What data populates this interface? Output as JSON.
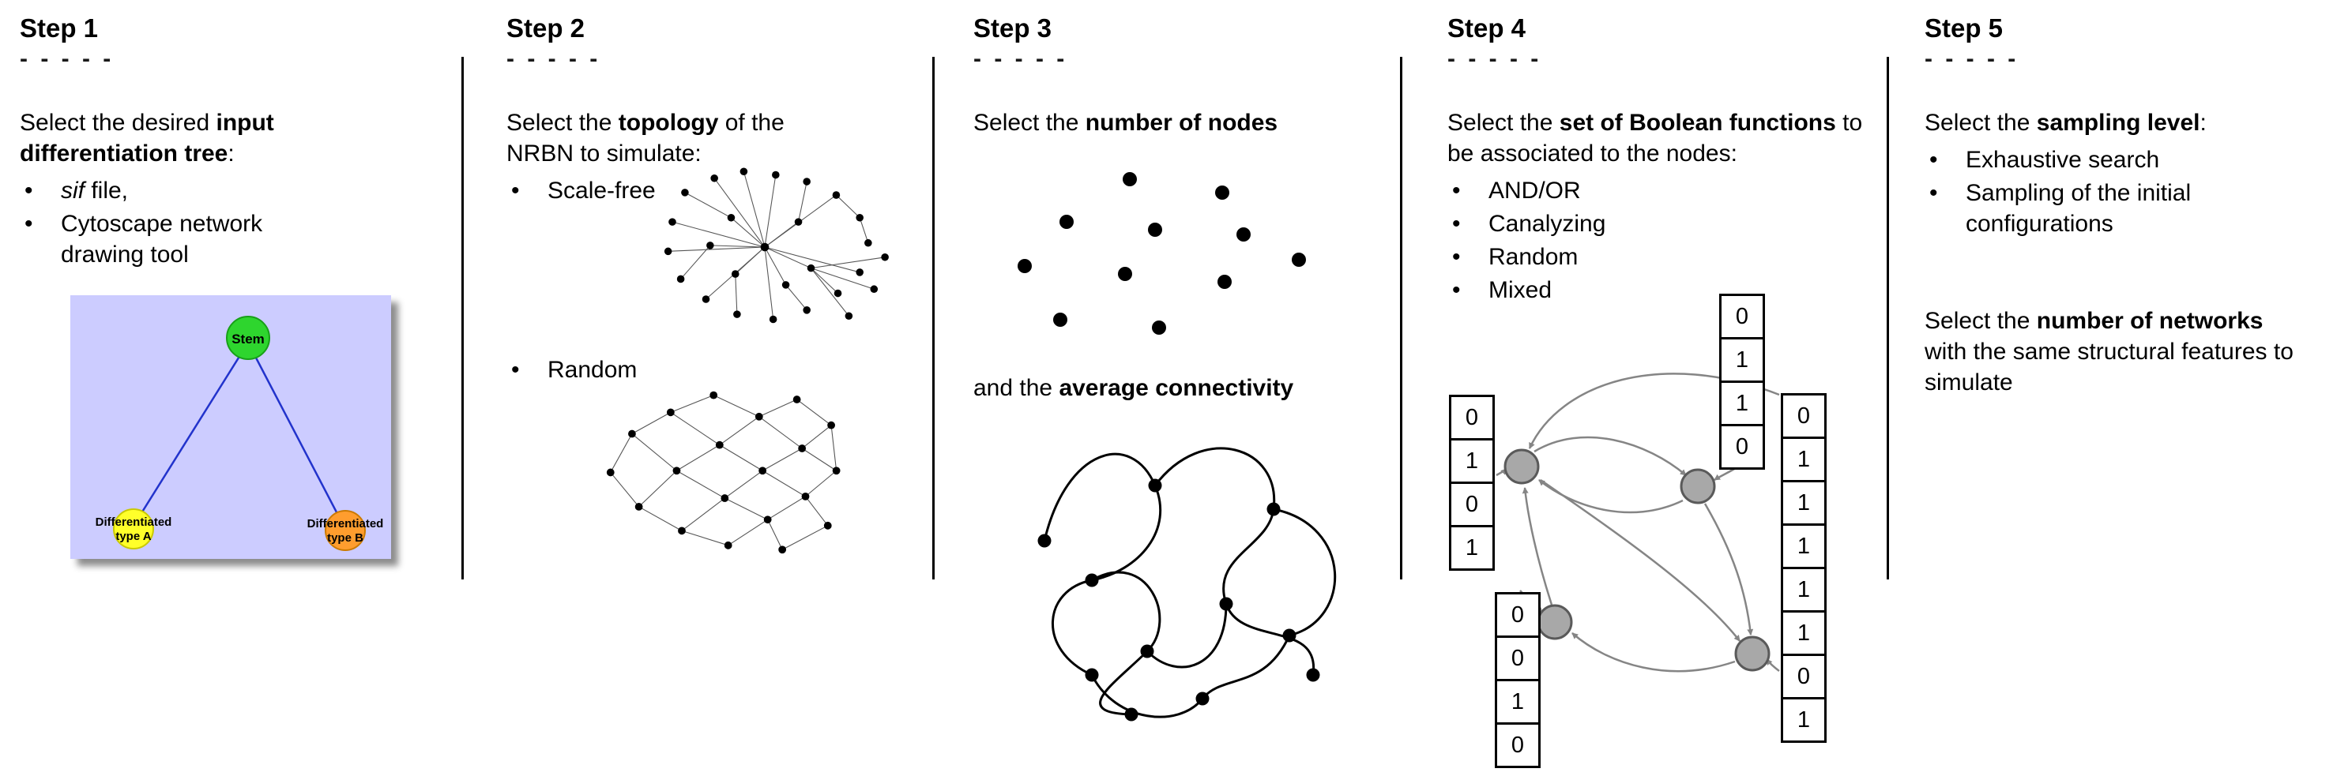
{
  "steps": [
    {
      "title": "Step 1",
      "dashes": "- - - - -",
      "intro": {
        "pre": "Select the desired ",
        "bold": "input differentiation tree",
        "post": ":"
      },
      "bullets": [
        {
          "italic": "sif",
          "text": " file,"
        },
        {
          "italic": "",
          "text": "Cytoscape network drawing tool"
        }
      ],
      "tree": {
        "stem": "Stem",
        "type_a_line1": "Differentiated",
        "type_a_line2": "type A",
        "type_b_line1": "Differentiated",
        "type_b_line2": "type B"
      }
    },
    {
      "title": "Step 2",
      "dashes": "- - - - -",
      "intro": {
        "pre": "Select the ",
        "bold": "topology",
        "post": " of the NRBN to simulate:"
      },
      "bullets": [
        {
          "text": "Scale-free"
        },
        {
          "text": "Random"
        }
      ]
    },
    {
      "title": "Step 3",
      "dashes": "- - - - -",
      "intro": {
        "pre": "Select the ",
        "bold": "number of nodes",
        "post": ""
      },
      "second": {
        "pre": "and the ",
        "bold": "average connectivity",
        "post": ""
      }
    },
    {
      "title": "Step 4",
      "dashes": "- - - - -",
      "intro": {
        "pre": "Select the ",
        "bold": "set of Boolean functions",
        "post": " to be associated to the nodes:"
      },
      "bullets": [
        {
          "text": "AND/OR"
        },
        {
          "text": "Canalyzing"
        },
        {
          "text": "Random"
        },
        {
          "text": "Mixed"
        }
      ],
      "truth_tables": {
        "left": [
          "0",
          "1",
          "0",
          "1"
        ],
        "top": [
          "0",
          "1",
          "1",
          "0"
        ],
        "bottom": [
          "0",
          "0",
          "1",
          "0"
        ],
        "right": [
          "0",
          "1",
          "1",
          "1",
          "1",
          "1",
          "0",
          "1"
        ]
      }
    },
    {
      "title": "Step 5",
      "dashes": "- - - - -",
      "intro": {
        "pre": "Select the ",
        "bold": "sampling level",
        "post": ":"
      },
      "bullets": [
        {
          "text": "Exhaustive search"
        },
        {
          "text": "Sampling of the initial configurations"
        }
      ],
      "second": {
        "pre": "Select the ",
        "bold": "number of networks",
        "post": " with the same structural features to simulate"
      }
    }
  ],
  "colors": {
    "tree_background": "#ccccff",
    "stem_node": "#2ed52e",
    "stem_node_border": "#18a018",
    "type_a_node": "#ffff2a",
    "type_a_node_border": "#c9c900",
    "type_b_node": "#ff9d2e",
    "type_b_node_border": "#cc7a00",
    "tree_edge": "#2233cc",
    "boolean_node": "#a8a8a8",
    "boolean_node_border": "#5a5a5a",
    "arrow": "#858585"
  }
}
